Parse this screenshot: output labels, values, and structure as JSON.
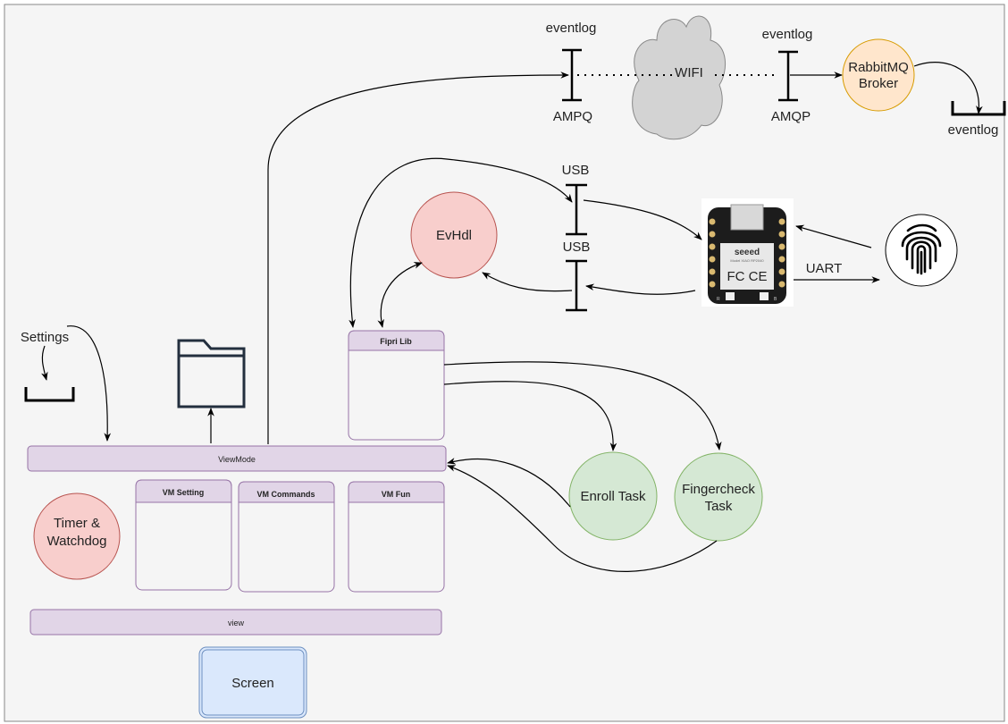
{
  "colors": {
    "background": "#f5f5f5",
    "purple_fill": "#e1d5e7",
    "purple_stroke": "#9673a6",
    "red_fill": "#f8cecc",
    "red_stroke": "#b85450",
    "green_fill": "#d5e8d4",
    "green_stroke": "#82b366",
    "orange_fill": "#ffe6cc",
    "orange_stroke": "#d79b00",
    "blue_fill": "#dae8fc",
    "blue_stroke": "#6c8ebf",
    "cloud_fill": "#d3d3d3"
  },
  "top": {
    "eventlog_left": "eventlog",
    "ampq": "AMPQ",
    "wifi": "WIFI",
    "eventlog_right": "eventlog",
    "amqp": "AMQP",
    "broker_line1": "RabbitMQ",
    "broker_line2": "Broker",
    "eventlog_sink": "eventlog"
  },
  "usb": {
    "upper": "USB",
    "lower": "USB",
    "uart": "UART"
  },
  "board": {
    "brand": "seeed",
    "model": "Model XIAO RP2040",
    "marks": "FC CE",
    "btn_r": "R",
    "btn_b": "B"
  },
  "icons": {
    "fingerprint": "fingerprint-icon",
    "folder": "folder-icon",
    "board": "microcontroller-board-image"
  },
  "nodes": {
    "evhdl": "EvHdl",
    "fipri": "Fipri Lib",
    "viewmode": "ViewMode",
    "vm_setting": "VM Setting",
    "vm_commands": "VM Commands",
    "vm_fun": "VM Fun",
    "view": "view",
    "screen": "Screen",
    "timer_line1": "Timer &",
    "timer_line2": "Watchdog",
    "enroll": "Enroll Task",
    "fingercheck_line1": "Fingercheck",
    "fingercheck_line2": "Task",
    "settings": "Settings"
  }
}
